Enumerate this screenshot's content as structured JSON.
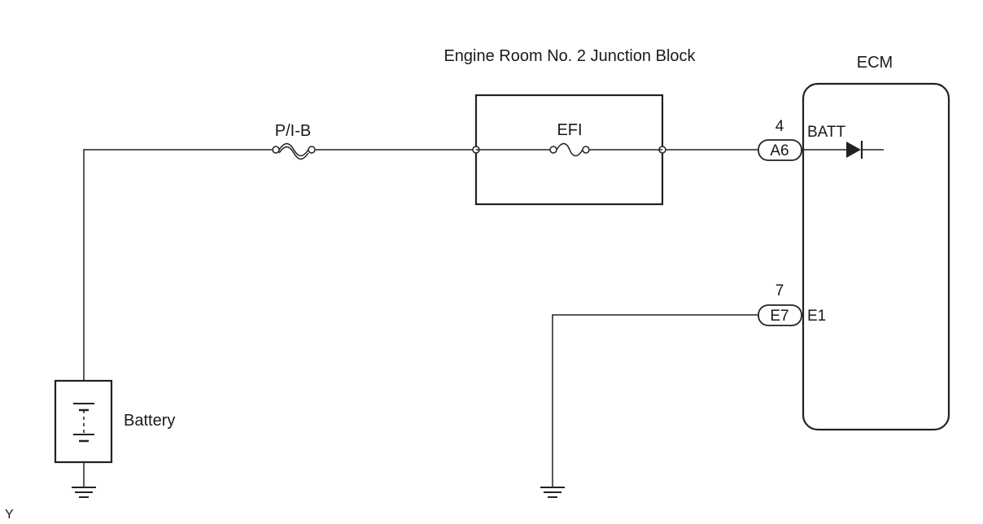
{
  "labels": {
    "junction_block": "Engine Room No. 2 Junction Block",
    "ecm": "ECM",
    "pib_fuse": "P/I-B",
    "efi_fuse": "EFI",
    "battery": "Battery",
    "batt_terminal": "BATT",
    "e1_terminal": "E1",
    "corner_mark": "Y"
  },
  "connectors": [
    {
      "pin": "4",
      "code": "A6"
    },
    {
      "pin": "7",
      "code": "E7"
    }
  ]
}
